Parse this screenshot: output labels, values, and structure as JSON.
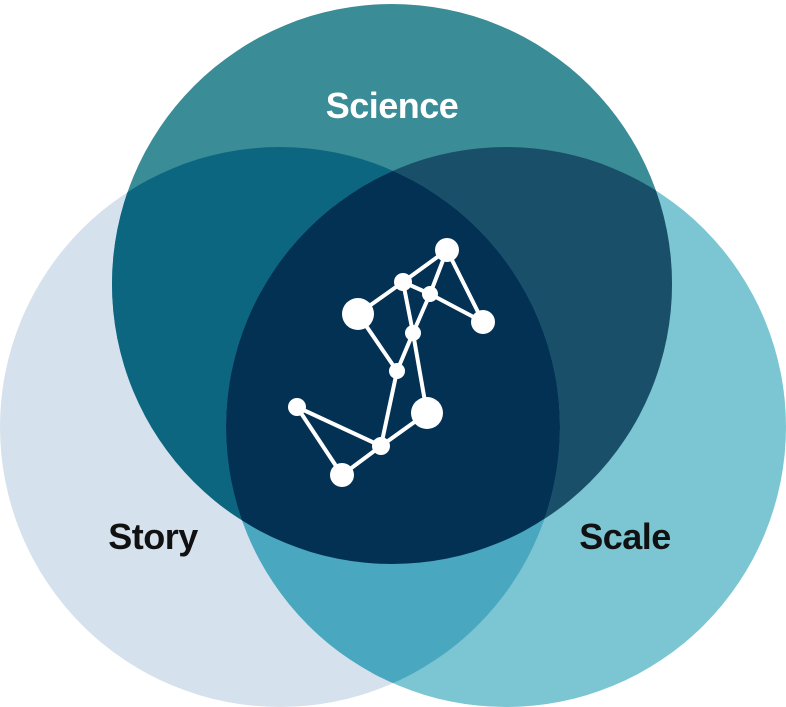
{
  "diagram": {
    "type": "three-circle venn",
    "circles": [
      {
        "id": "story",
        "label": "Story",
        "color": "#d5e1ec",
        "label_color": "#111111"
      },
      {
        "id": "science",
        "label": "Science",
        "color": "#3a8c96",
        "label_color": "#ffffff"
      },
      {
        "id": "scale",
        "label": "Scale",
        "color": "#7bc6d2",
        "label_color": "#111111"
      }
    ],
    "overlap_colors": {
      "story_science": "#0d6680",
      "science_scale": "#1a4f6a",
      "story_scale": "#49a8bf",
      "center": "#033154"
    },
    "center_icon": "network-graph-icon",
    "icon_color": "#ffffff"
  }
}
